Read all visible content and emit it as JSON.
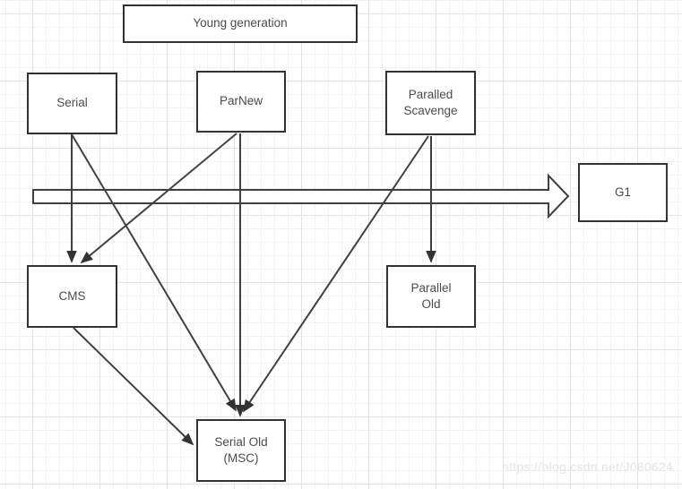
{
  "diagram": {
    "title_note": "JVM garbage collector pairing diagram",
    "watermark": "https://blog.csdn.net/J080624",
    "nodes": {
      "young_generation": {
        "label": "Young generation"
      },
      "serial": {
        "label": "Serial"
      },
      "parallel_scavenge": {
        "label": "Paralled\nScavenge"
      },
      "parnew": {
        "label": "ParNew"
      },
      "g1": {
        "label": "G1"
      },
      "cms": {
        "label": "CMS"
      },
      "parallel_old": {
        "label": "Parallel\nOld"
      },
      "serial_old": {
        "label": "Serial Old\n(MSC)"
      }
    },
    "edges": [
      {
        "from": "Serial",
        "to": "CMS",
        "style": "arrow"
      },
      {
        "from": "Serial",
        "to": "Serial Old (MSC)",
        "style": "arrow"
      },
      {
        "from": "ParNew",
        "to": "CMS",
        "style": "arrow"
      },
      {
        "from": "ParNew",
        "to": "Serial Old (MSC)",
        "style": "arrow"
      },
      {
        "from": "Paralled Scavenge",
        "to": "Parallel Old",
        "style": "arrow"
      },
      {
        "from": "Paralled Scavenge",
        "to": "Serial Old (MSC)",
        "style": "arrow"
      },
      {
        "from": "CMS",
        "to": "Serial Old (MSC)",
        "style": "arrow"
      },
      {
        "from": "young generation row",
        "to": "G1",
        "style": "block-arrow"
      }
    ],
    "colors": {
      "box_border": "#323232",
      "edge_stroke": "#404040",
      "arrowhead_fill": "#333333",
      "grid_minor": "#f2f2f2",
      "grid_major": "#e3e3e3",
      "watermark": "#e4e4e4",
      "background": "#ffffff"
    }
  }
}
